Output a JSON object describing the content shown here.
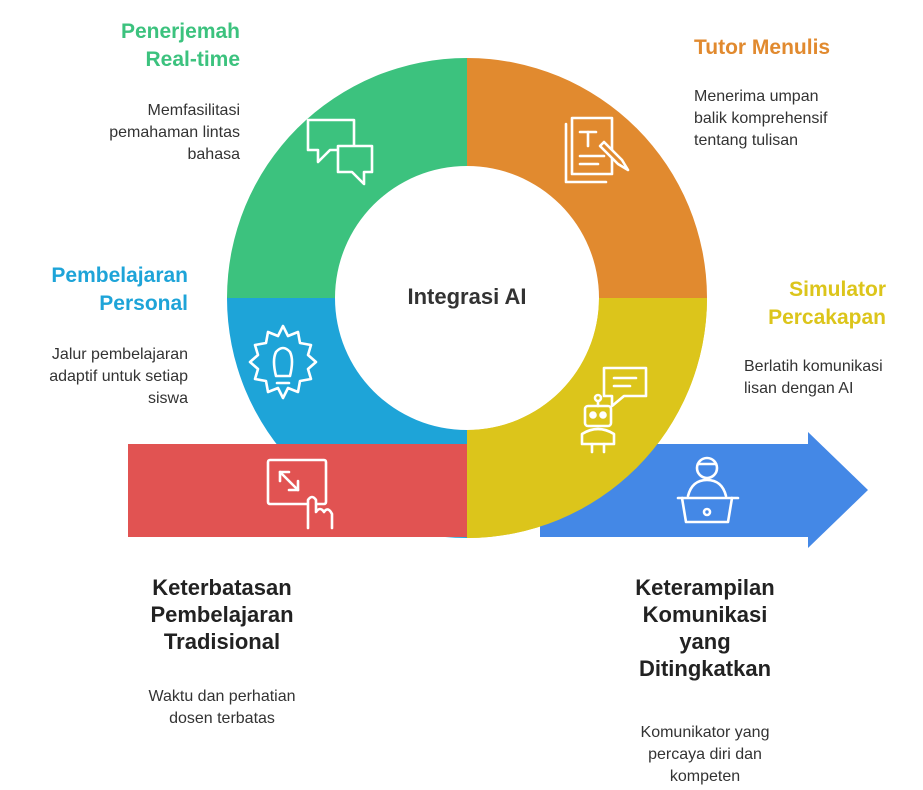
{
  "center": {
    "title": "Integrasi AI"
  },
  "colors": {
    "green": "#3cc27e",
    "orange": "#e18a2f",
    "yellow": "#dcc51b",
    "blue": "#1ea4d8",
    "red": "#e15352",
    "arrow": "#4488e6",
    "dark_text": "#222222"
  },
  "segments": {
    "translator": {
      "title": "Penerjemah\nReal-time",
      "desc": "Memfasilitasi\npemahaman lintas\nbahasa",
      "icon": "chat-bubbles-icon"
    },
    "writing_tutor": {
      "title": "Tutor Menulis",
      "desc": "Menerima umpan\nbalik komprehensif\ntentang tulisan",
      "icon": "document-pen-icon"
    },
    "personal_learning": {
      "title": "Pembelajaran\nPersonal",
      "desc": "Jalur pembelajaran\nadaptif untuk setiap\nsiswa",
      "icon": "gear-bulb-icon"
    },
    "conversation_sim": {
      "title": "Simulator\nPercakapan",
      "desc": "Berlatih komunikasi\nlisan dengan AI",
      "icon": "robot-chat-icon"
    },
    "traditional_limits": {
      "title": "Keterbatasan\nPembelajaran\nTradisional",
      "desc": "Waktu dan perhatian\ndosen terbatas",
      "icon": "touch-screen-icon"
    },
    "improved_skills": {
      "title": "Keterampilan\nKomunikasi\nyang\nDitingkatkan",
      "desc": "Komunikator yang\npercaya diri dan\nkompeten",
      "icon": "presenter-desk-icon"
    }
  }
}
